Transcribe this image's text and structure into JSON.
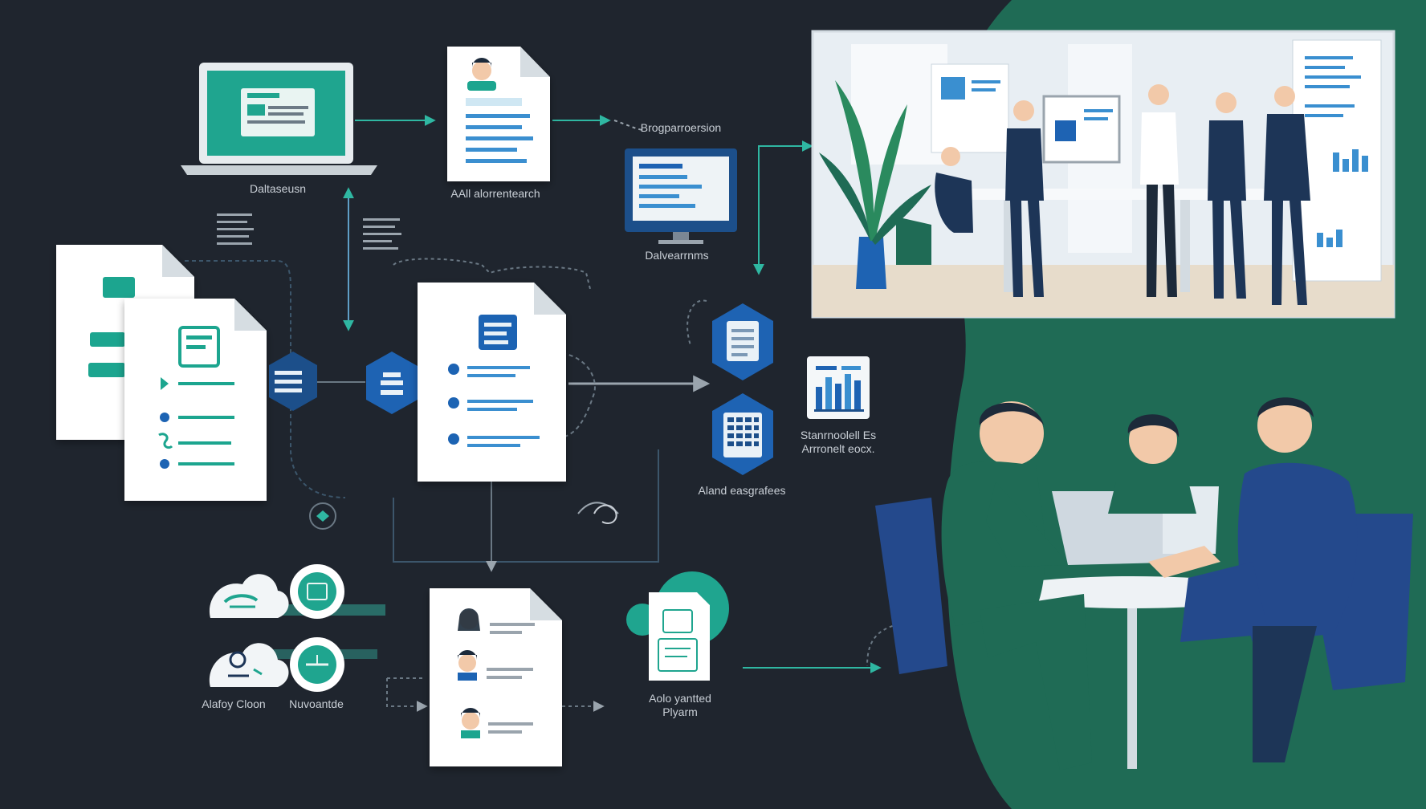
{
  "labels": {
    "laptop": "Daltaseusn",
    "profile_doc": "AAll alorrentearch",
    "top_right_arrow": "Brogparroersion",
    "monitor": "Dalvearrnms",
    "report": "Stanrnoolell Es\nArrronelt eocx.",
    "hex_pair": "Aland easgrafees",
    "client_cloud": "Alafoy Cloon",
    "network": "Nuvoantde",
    "auto_platform": "Aolo yantted\nPlyarm"
  },
  "colors": {
    "background": "#1f252e",
    "accent_green": "#1f6b55",
    "teal": "#2fb7a2",
    "blue": "#1e63b3",
    "navy": "#1d3557",
    "card": "#ffffff"
  },
  "icons": {
    "laptop": "laptop-icon",
    "profile_doc": "profile-document-icon",
    "monitor": "monitor-icon",
    "doc_stack": "document-stack-icon",
    "center_doc": "checklist-document-icon",
    "hex_docs": "hexagon-document-icon",
    "hex_sheet": "hexagon-spreadsheet-icon",
    "report": "bar-chart-report-icon",
    "cloud": "cloud-icon",
    "network": "network-node-icon",
    "people_doc": "people-list-document-icon",
    "auto_doc": "automated-document-icon",
    "office_scene": "office-meeting-illustration",
    "team_scene": "team-meeting-illustration"
  }
}
